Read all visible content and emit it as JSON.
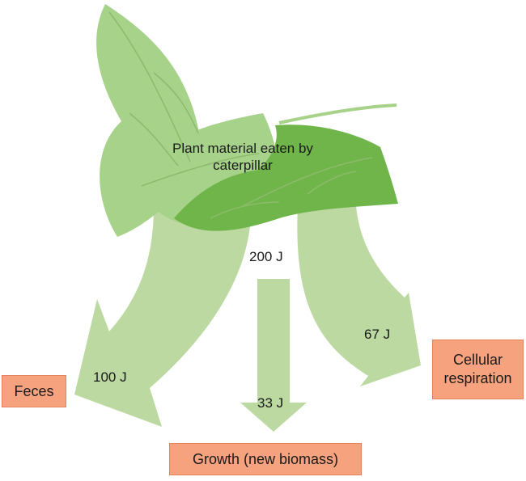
{
  "source": {
    "label": "Plant material eaten by caterpillar",
    "energy": "200 J"
  },
  "flows": [
    {
      "id": "feces",
      "target": "Feces",
      "energy": "100 J"
    },
    {
      "id": "growth",
      "target": "Growth (new biomass)",
      "energy": "33 J"
    },
    {
      "id": "respiration",
      "target": "Cellular respiration",
      "energy": "67 J"
    }
  ],
  "colors": {
    "arrow": "#bcd9a1",
    "leaf_light": "#a7d28a",
    "leaf_dark": "#6fb54a",
    "vein": "#8cbb6c",
    "box_fill": "#f7a27e",
    "box_border": "#e2835b"
  }
}
